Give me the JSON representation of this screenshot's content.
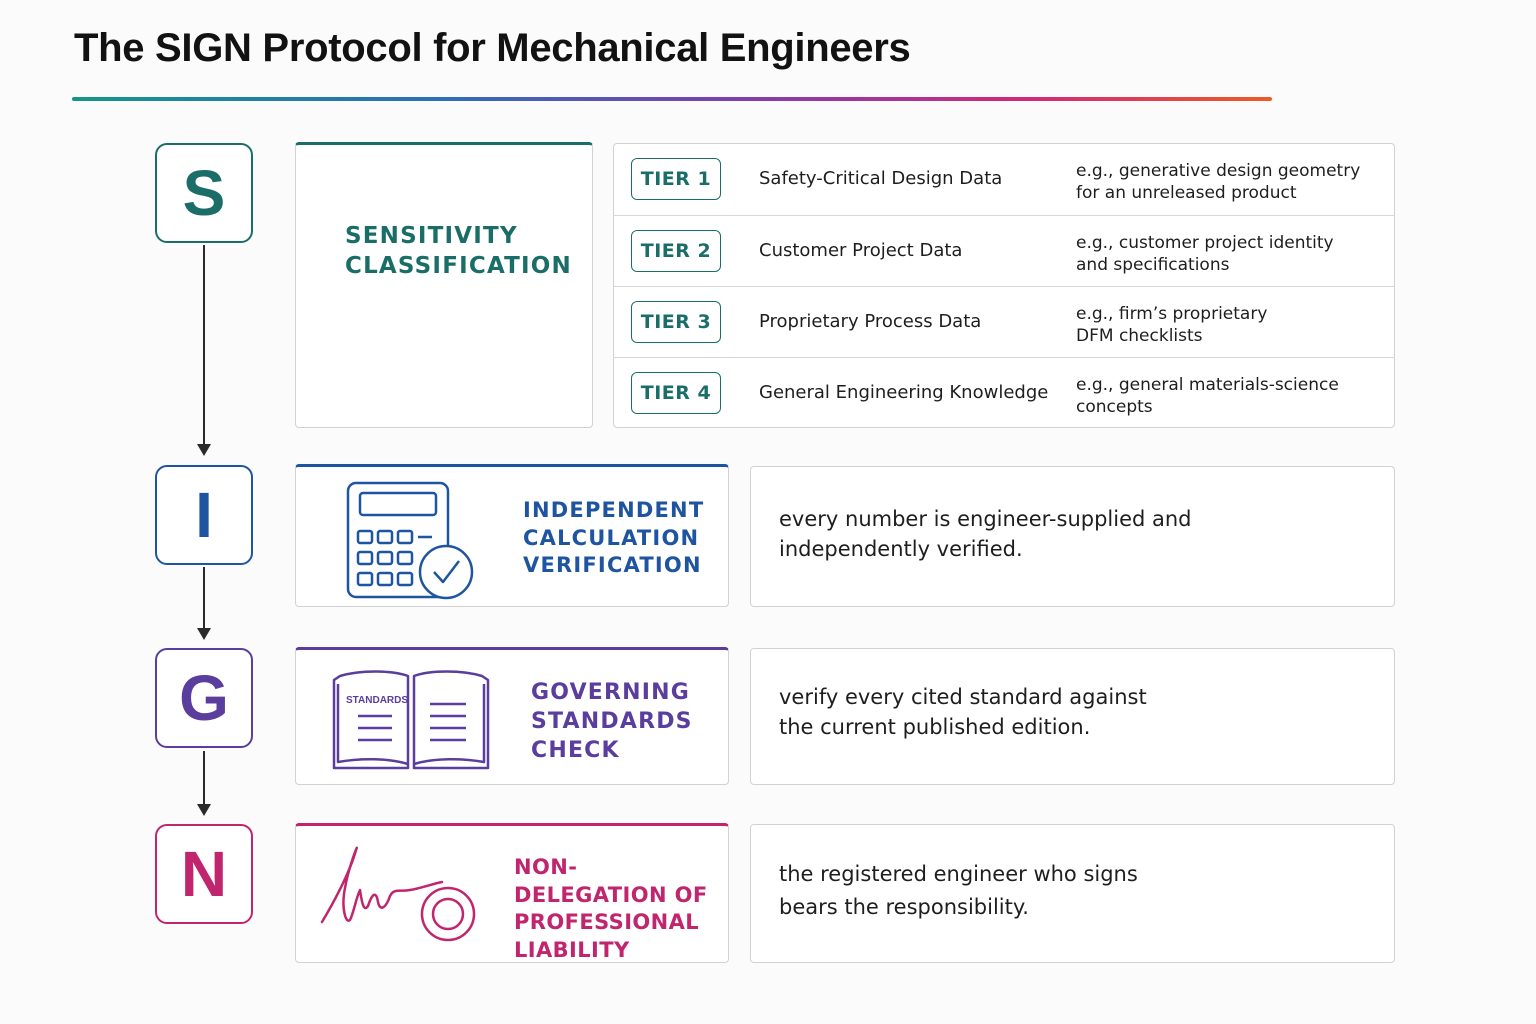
{
  "title": "The SIGN Protocol for Mechanical Engineers",
  "colors": {
    "s": "#1b6e68",
    "i": "#1f55a0",
    "g": "#5a3d9c",
    "n": "#c0256e"
  },
  "steps": {
    "s": {
      "letter": "S",
      "title_line1": "SENSITIVITY",
      "title_line2": "CLASSIFICATION",
      "tiers": [
        {
          "badge": "TIER 1",
          "name": "Safety-Critical Design Data",
          "example_line1": "e.g., generative design geometry",
          "example_line2": "for an unreleased product"
        },
        {
          "badge": "TIER 2",
          "name": "Customer Project Data",
          "example_line1": "e.g., customer project identity",
          "example_line2": "and specifications"
        },
        {
          "badge": "TIER 3",
          "name": "Proprietary Process Data",
          "example_line1": "e.g., firm’s proprietary",
          "example_line2": "DFM checklists"
        },
        {
          "badge": "TIER 4",
          "name": "General Engineering Knowledge",
          "example_line1": "e.g., general materials-science",
          "example_line2": "concepts"
        }
      ]
    },
    "i": {
      "letter": "I",
      "title_line1": "INDEPENDENT",
      "title_line2": "CALCULATION",
      "title_line3": "VERIFICATION",
      "icon": "calculator-check-icon",
      "desc_line1": "every number is engineer-supplied and",
      "desc_line2": "independently verified."
    },
    "g": {
      "letter": "G",
      "title_line1": "GOVERNING",
      "title_line2": "STANDARDS",
      "title_line3": "CHECK",
      "icon": "open-book-icon",
      "icon_label": "STANDARDS",
      "desc_line1": "verify every cited standard against",
      "desc_line2": "the current published edition."
    },
    "n": {
      "letter": "N",
      "title_line1": "NON-DELEGATION OF",
      "title_line2": "PROFESSIONAL",
      "title_line3": "LIABILITY",
      "icon": "signature-seal-icon",
      "desc_line1": "the registered engineer who signs",
      "desc_line2": "bears the responsibility."
    }
  }
}
